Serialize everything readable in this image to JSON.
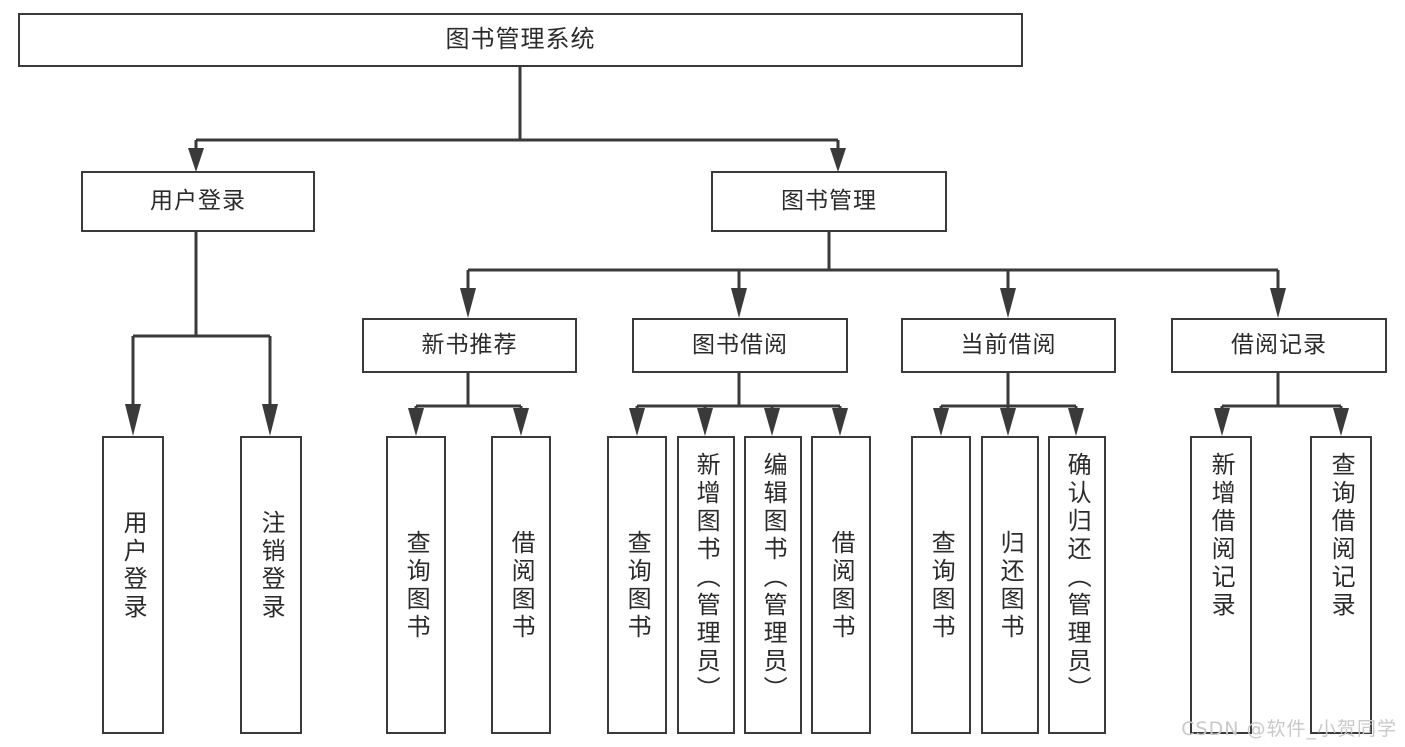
{
  "diagram": {
    "title": "图书管理系统",
    "type": "tree-hierarchy",
    "root": {
      "label": "图书管理系统"
    },
    "level2": [
      {
        "label": "用户登录"
      },
      {
        "label": "图书管理"
      }
    ],
    "level3": [
      {
        "label": "新书推荐"
      },
      {
        "label": "图书借阅"
      },
      {
        "label": "当前借阅"
      },
      {
        "label": "借阅记录"
      }
    ],
    "leaves": {
      "user_login": [
        {
          "label": "用户登录"
        },
        {
          "label": "注销登录"
        }
      ],
      "new_book_recommend": [
        {
          "label": "查询图书"
        },
        {
          "label": "借阅图书"
        }
      ],
      "book_borrow": [
        {
          "label": "查询图书"
        },
        {
          "label": "新增图书（管理员）"
        },
        {
          "label": "编辑图书（管理员）"
        },
        {
          "label": "借阅图书"
        }
      ],
      "current_borrow": [
        {
          "label": "查询图书"
        },
        {
          "label": "归还图书"
        },
        {
          "label": "确认归还（管理员）"
        }
      ],
      "borrow_records": [
        {
          "label": "新增借阅记录"
        },
        {
          "label": "查询借阅记录"
        }
      ]
    }
  },
  "watermark": {
    "text": "CSDN @软件_小贺同学"
  },
  "colors": {
    "stroke": "#3a3a3a",
    "background": "#ffffff",
    "text": "#2b2b2b",
    "watermark": "#c9c9c9"
  }
}
